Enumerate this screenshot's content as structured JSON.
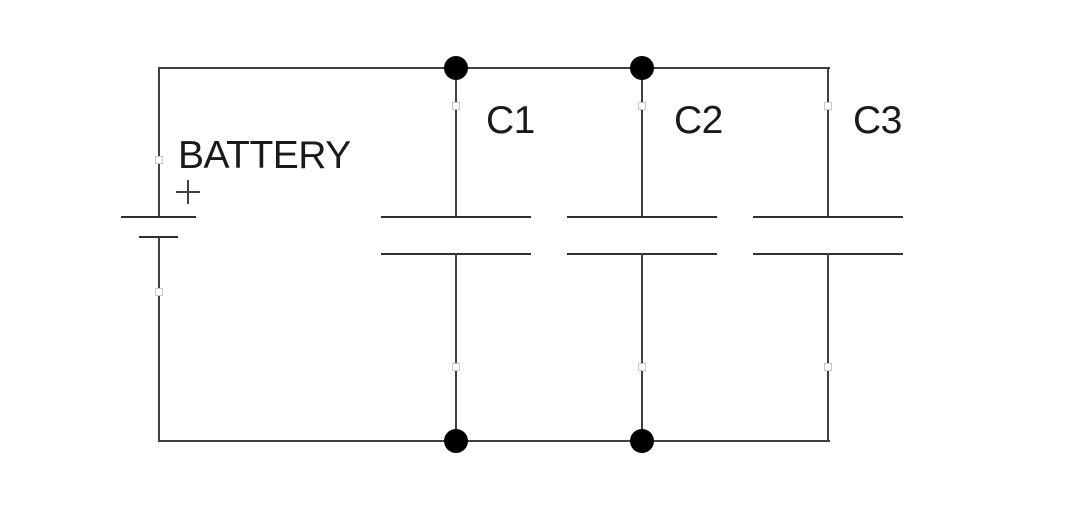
{
  "schematic": {
    "battery": {
      "label": "BATTERY",
      "polarity_symbol": "+"
    },
    "capacitors": [
      {
        "label": "C1"
      },
      {
        "label": "C2"
      },
      {
        "label": "C3"
      }
    ],
    "junction_dot_count": 4,
    "selection_handle_count": 8
  },
  "colors": {
    "background": "#ffffff",
    "wire": "#404040",
    "plate": "#303030",
    "junction_dot": "#000000",
    "handle_border": "#c9c9c9",
    "handle_fill": "#ffffff",
    "label_text": "#1a1a1a"
  }
}
